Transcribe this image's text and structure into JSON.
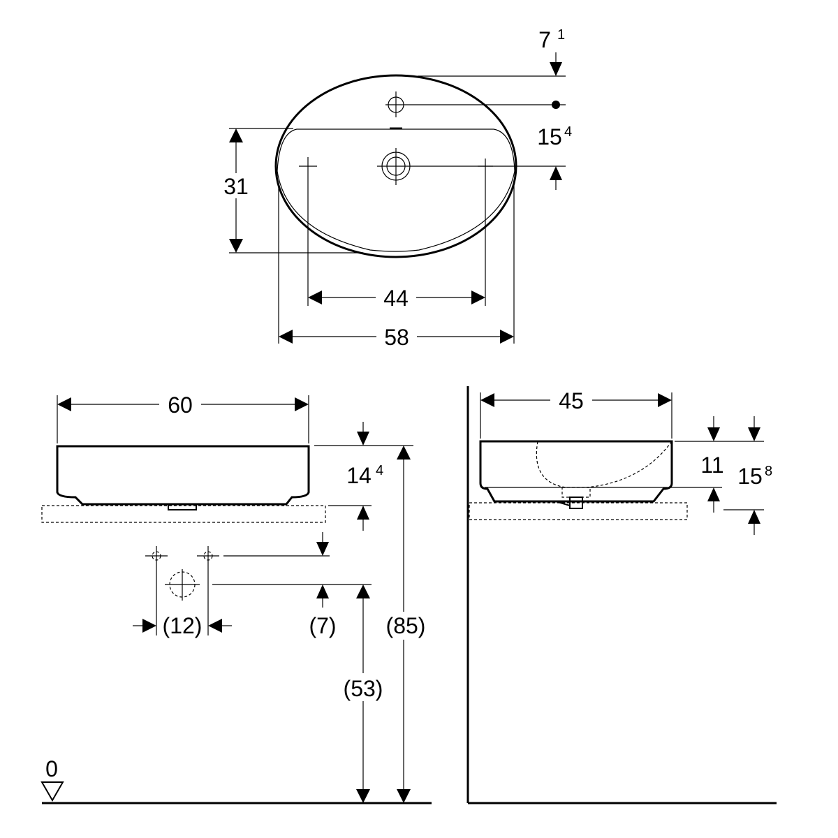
{
  "top_view": {
    "dim_overflow_offset": {
      "main": "7",
      "sup": "1"
    },
    "dim_tap_hole_offset": {
      "main": "15",
      "sup": "4"
    },
    "dim_depth": "31",
    "dim_fixing_spacing": "44",
    "dim_width": "58"
  },
  "front_view": {
    "dim_width": "60",
    "dim_height": {
      "main": "14",
      "sup": "4"
    },
    "dim_connection_spacing": "(12)",
    "dim_connection_offset": "(7)",
    "dim_drain_height": "(53)",
    "dim_counter_height": "(85)",
    "floor_level_label": "0"
  },
  "side_view": {
    "dim_depth": "45",
    "dim_bowl_depth": "11",
    "dim_total_height": {
      "main": "15",
      "sup": "8"
    }
  }
}
